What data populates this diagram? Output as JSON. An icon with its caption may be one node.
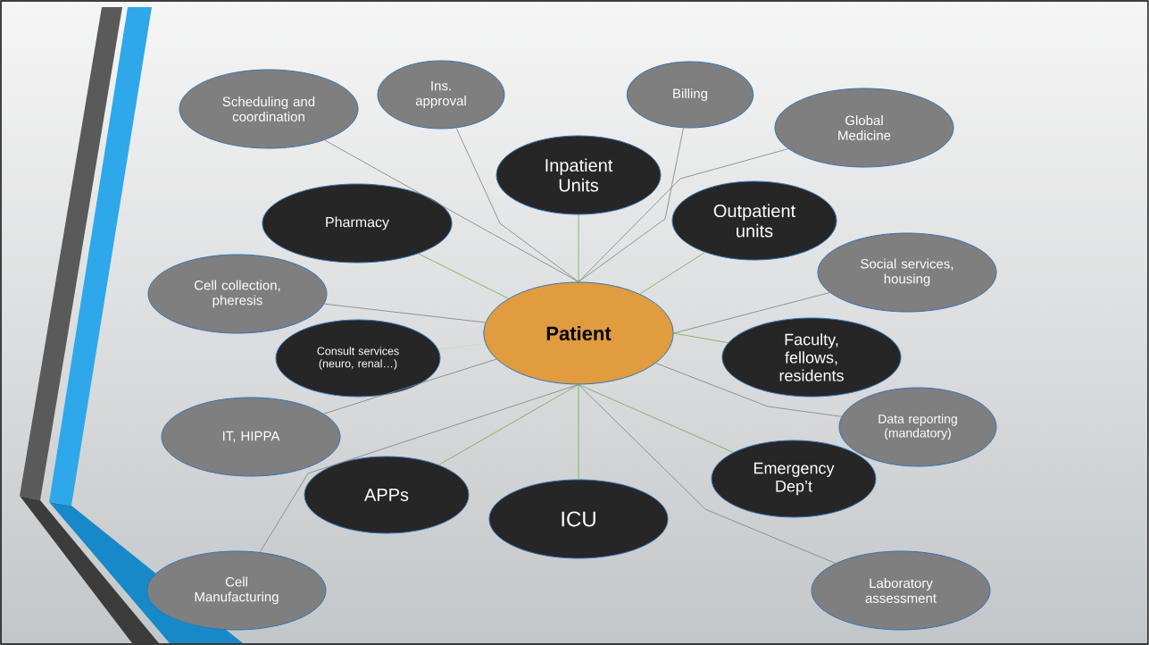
{
  "diagram": {
    "nodes": [
      {
        "text": [
          "**Patient**"
        ]
      },
      {
        "text": [
          "Scheduling and coordination"
        ]
      },
      {
        "text": [
          "Ins. approval"
        ]
      },
      {
        "text": [
          "Billing"
        ]
      },
      {
        "text": [
          "Global Medicine"
        ]
      },
      {
        "text": [
          "Inpatient Units"
        ]
      },
      {
        "text": [
          "Pharmacy"
        ]
      },
      {
        "text": [
          "Outpatient units"
        ]
      },
      {
        "text": [
          "Social services, housing"
        ]
      },
      {
        "text": [
          "Cell collection, pheresis"
        ]
      },
      {
        "text": [
          "Consult services (neuro, renal…)"
        ]
      },
      {
        "text": [
          "Faculty, fellows, residents"
        ]
      },
      {
        "text": [
          "IT, HIPPA"
        ]
      },
      {
        "text": [
          "Data reporting (mandatory)"
        ]
      },
      {
        "text": [
          "APPs"
        ]
      },
      {
        "text": [
          "Emergency Dep’t"
        ]
      },
      {
        "text": [
          "ICU"
        ]
      },
      {
        "text": [
          "Cell Manufacturing"
        ]
      },
      {
        "text": [
          "Laboratory assessment"
        ]
      }
    ],
    "edges": [
      {
        "from": 0,
        "to": 1,
        "arrow": "none"
      },
      {
        "from": 0,
        "to": 2,
        "arrow": "none"
      },
      {
        "from": 0,
        "to": 3,
        "arrow": "none"
      },
      {
        "from": 0,
        "to": 4,
        "arrow": "none"
      },
      {
        "from": 0,
        "to": 5,
        "arrow": "none",
        "color": "#70ad47"
      },
      {
        "from": 0,
        "to": 6,
        "arrow": "none",
        "color": "#70ad47"
      },
      {
        "from": 0,
        "to": 7,
        "arrow": "none",
        "color": "#70ad47"
      },
      {
        "from": 0,
        "to": 8,
        "arrow": "none"
      },
      {
        "from": 0,
        "to": 9,
        "arrow": "none"
      },
      {
        "from": 0,
        "to": 10,
        "arrow": "none",
        "color": "#c5e0b4"
      },
      {
        "from": 0,
        "to": 11,
        "arrow": "none",
        "color": "#70ad47"
      },
      {
        "from": 0,
        "to": 12,
        "arrow": "none"
      },
      {
        "from": 0,
        "to": 13,
        "arrow": "none"
      },
      {
        "from": 0,
        "to": 14,
        "arrow": "none",
        "color": "#70ad47"
      },
      {
        "from": 0,
        "to": 15,
        "arrow": "none",
        "color": "#70ad47"
      },
      {
        "from": 0,
        "to": 16,
        "arrow": "none",
        "color": "#70ad47"
      },
      {
        "from": 0,
        "to": 17,
        "arrow": "none"
      },
      {
        "from": 0,
        "to": 18,
        "arrow": "none"
      }
    ]
  }
}
